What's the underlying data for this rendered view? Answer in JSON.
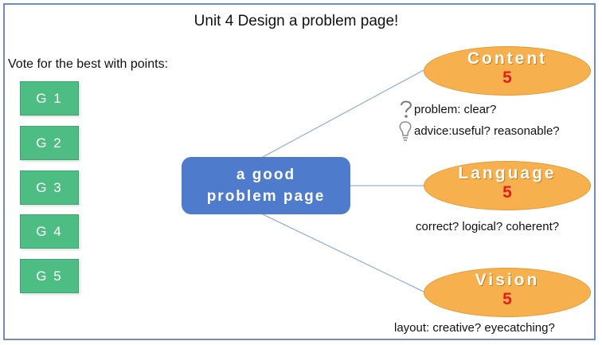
{
  "title": "Unit 4 Design a problem page!",
  "vote_label": "Vote for the best with points:",
  "groups": [
    "G 1",
    "G 2",
    "G 3",
    "G 4",
    "G 5"
  ],
  "center": {
    "line1": "a good",
    "line2": "problem page"
  },
  "branches": [
    {
      "name": "Content",
      "score": "5",
      "criteria": [
        "problem: clear?",
        "advice:useful? reasonable?"
      ]
    },
    {
      "name": "Language",
      "score": "5",
      "criteria": [
        "correct? logical? coherent?"
      ]
    },
    {
      "name": "Vision",
      "score": "5",
      "criteria": [
        "layout: creative? eyecatching?"
      ]
    }
  ],
  "colors": {
    "group_green": "#4dbd83",
    "center_blue": "#4e7bcc",
    "ellipse_orange": "#f6b04d",
    "score_red": "#e0201b"
  },
  "icons": [
    "question-mark-icon",
    "lightbulb-icon"
  ]
}
